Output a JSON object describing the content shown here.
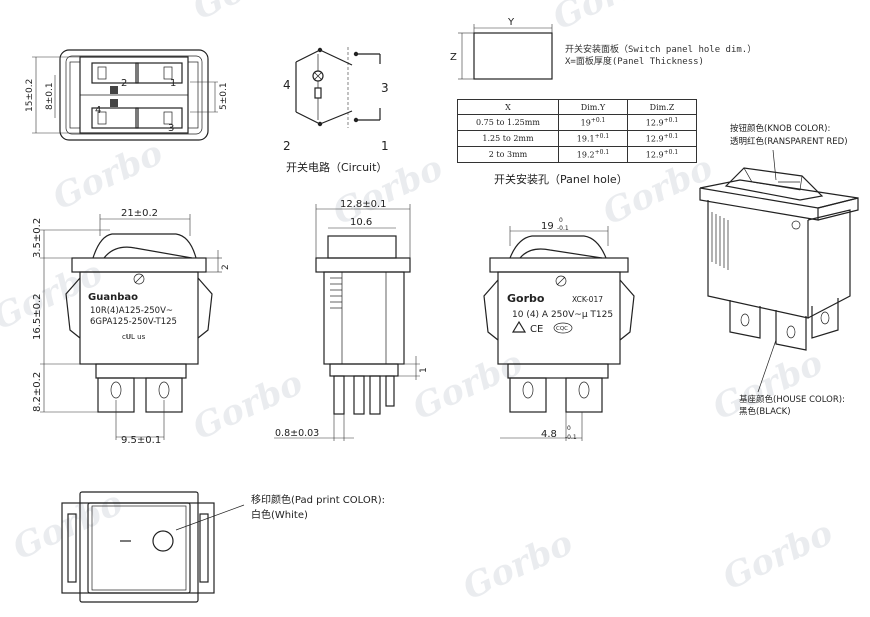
{
  "watermark": {
    "text": "Gorbo",
    "mark": "®"
  },
  "circuit": {
    "caption": "开关电路（Circuit）",
    "terminals": [
      "4",
      "3",
      "2",
      "1"
    ]
  },
  "panel_hole": {
    "axis_y": "Y",
    "axis_z": "Z",
    "note_line1": "开关安装面板（Switch panel hole dim.）",
    "note_line2": "X=面板厚度(Panel Thickness)",
    "caption": "开关安装孔（Panel hole）",
    "headers": [
      "X",
      "Dim.Y",
      "Dim.Z"
    ],
    "rows": [
      {
        "x": "0.75 to 1.25mm",
        "y": "19",
        "y_tol": "+0.1",
        "z": "12.9",
        "z_tol": "+0.1"
      },
      {
        "x": "1.25 to 2mm",
        "y": "19.1",
        "y_tol": "+0.1",
        "z": "12.9",
        "z_tol": "+0.1"
      },
      {
        "x": "2 to 3mm",
        "y": "19.2",
        "y_tol": "+0.1",
        "z": "12.9",
        "z_tol": "+0.1"
      }
    ]
  },
  "top_view": {
    "dim_15": "15±0.2",
    "dim_8": "8±0.1",
    "dim_5": "5±0.1",
    "pins": [
      "2",
      "1",
      "4",
      "3"
    ]
  },
  "front_view": {
    "dim_width": "21±0.2",
    "dim_3_5": "3.5±0.2",
    "dim_16_5": "16.5±0.2",
    "dim_8_2": "8.2±0.2",
    "dim_2": "2",
    "dim_9_5": "9.5±0.1",
    "brand": "Guanbao",
    "rating1": "10R(4)A125-250V~",
    "rating2": "6GPA125-250V-T125",
    "cert": "c𝐔L us"
  },
  "side_view": {
    "dim_12_8": "12.8±0.1",
    "dim_10_6": "10.6",
    "dim_1": "1",
    "dim_0_8": "0.8±0.03"
  },
  "back_view": {
    "dim_19": "19",
    "dim_19_tol_top": "0",
    "dim_19_tol_bot": "-0.1",
    "brand": "Gorbo",
    "model": "XCK-017",
    "rating": "10 (4) A 250V~μ T125",
    "marks": "CE",
    "cqc": "CQC",
    "dim_4_8": "4.8",
    "dim_4_8_tol_top": "0",
    "dim_4_8_tol_bot": "-0.1"
  },
  "iso_view": {
    "knob_label1": "按钮颜色(KNOB COLOR):",
    "knob_label2": "透明红色(RANSPARENT RED)",
    "house_label1": "基座颜色(HOUSE COLOR):",
    "house_label2": "黑色(BLACK)"
  },
  "pad_print": {
    "label1": "移印颜色(Pad print COLOR):",
    "label2": "白色(White)"
  }
}
